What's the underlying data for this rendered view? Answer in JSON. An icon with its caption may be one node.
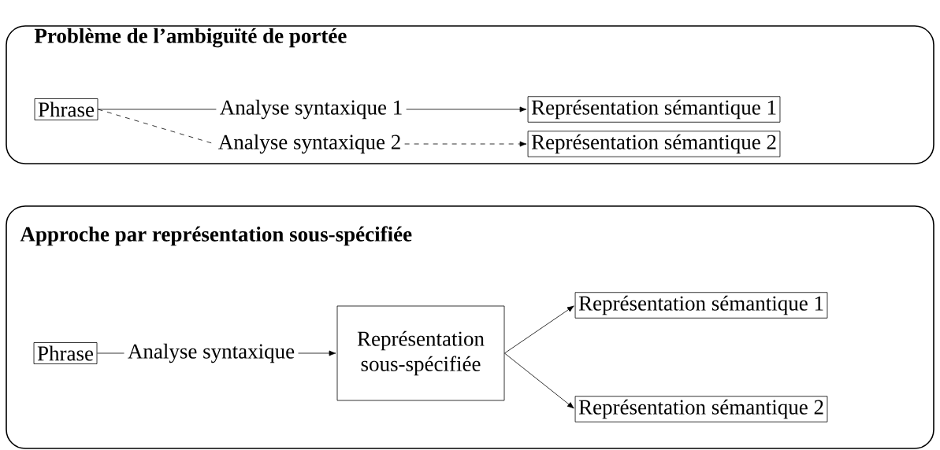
{
  "diagram": {
    "nodes": [
      {
        "text": [
          "Problème de l’ambiguïté de portée"
        ]
      },
      {
        "text": [
          "Phrase"
        ],
        "in": 0
      },
      {
        "text": [
          "Analyse syntaxique 1"
        ],
        "in": 0
      },
      {
        "text": [
          "Analyse syntaxique 2"
        ],
        "in": 0
      },
      {
        "text": [
          "Représentation sémantique 1"
        ],
        "in": 0
      },
      {
        "text": [
          "Représentation sémantique 2"
        ],
        "in": 0
      },
      {
        "text": [
          "Approche par représentation sous-spécifiée"
        ]
      },
      {
        "text": [
          "Phrase"
        ],
        "in": 6
      },
      {
        "text": [
          "Analyse syntaxique"
        ],
        "in": 6
      },
      {
        "text": [
          "Représentation sous-spécifiée"
        ],
        "in": 6
      },
      {
        "text": [
          "Représentation sémantique 1"
        ],
        "in": 6
      },
      {
        "text": [
          "Représentation sémantique 2"
        ],
        "in": 6
      }
    ],
    "edges": [
      {
        "from": 1,
        "to": 2,
        "arrow": "none"
      },
      {
        "from": 2,
        "to": 4,
        "arrow": "to"
      },
      {
        "from": 1,
        "to": 3,
        "arrow": "none",
        "style": "dashed"
      },
      {
        "from": 3,
        "to": 5,
        "arrow": "to",
        "style": "dashed"
      },
      {
        "from": 7,
        "to": 8,
        "arrow": "none"
      },
      {
        "from": 8,
        "to": 9,
        "arrow": "to"
      },
      {
        "from": 9,
        "to": 10,
        "arrow": "to"
      },
      {
        "from": 9,
        "to": 11,
        "arrow": "to"
      }
    ]
  }
}
